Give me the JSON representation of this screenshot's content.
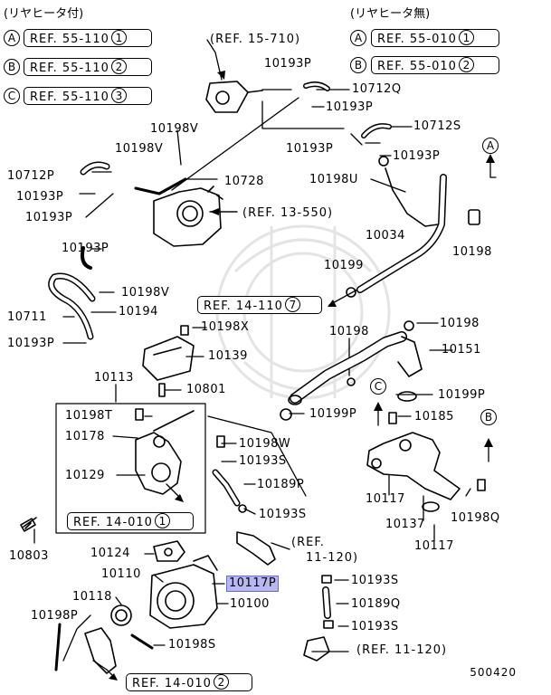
{
  "header_left": "(リヤヒータ付)",
  "header_right": "(リヤヒータ無)",
  "legend_left": [
    {
      "letter": "A",
      "ref": "REF. 55-110",
      "num": "1"
    },
    {
      "letter": "B",
      "ref": "REF. 55-110",
      "num": "2"
    },
    {
      "letter": "C",
      "ref": "REF. 55-110",
      "num": "3"
    }
  ],
  "legend_right": [
    {
      "letter": "A",
      "ref": "REF. 55-010",
      "num": "1"
    },
    {
      "letter": "B",
      "ref": "REF. 55-010",
      "num": "2"
    }
  ],
  "refs": {
    "r15710": "(REF. 15-710)",
    "r13550": "(REF. 13-550)",
    "r14110": "REF. 14-110",
    "r14110_num": "7",
    "r14010a": "REF. 14-010",
    "r14010a_num": "1",
    "r14010b": "REF. 14-010",
    "r14010b_num": "2",
    "r11120a_l1": "(REF.",
    "r11120a_l2": "11-120)",
    "r11120b": "(REF. 11-120)"
  },
  "markers": {
    "a": "A",
    "b": "B",
    "c": "C"
  },
  "parts": {
    "p10193P_top": "10193P",
    "p10712Q": "10712Q",
    "p10193P_t2": "10193P",
    "p10198V_a": "10198V",
    "p10712S": "10712S",
    "p10198V_b": "10198V",
    "p10193P_t3": "10193P",
    "p10712P": "10712P",
    "p10728": "10728",
    "p10198U": "10198U",
    "p10193P_l1": "10193P",
    "p10193P_l2": "10193P",
    "p10034": "10034",
    "p10193P_l3": "10193P",
    "p10198": "10198",
    "p10199": "10199",
    "p10198V_c": "10198V",
    "p10711": "10711",
    "p10194": "10194",
    "p10198X": "10198X",
    "p10198_mid": "10198",
    "p10198_r": "10198",
    "p10193P_l4": "10193P",
    "p10139": "10139",
    "p10151": "10151",
    "p10113": "10113",
    "p10801": "10801",
    "p10199P_a": "10199P",
    "p10198T": "10198T",
    "p10199P_b": "10199P",
    "p10185": "10185",
    "p10178": "10178",
    "p10198W": "10198W",
    "p10193S_a": "10193S",
    "p10129": "10129",
    "p10189P": "10189P",
    "p10117_a": "10117",
    "p10193S_b": "10193S",
    "p10137": "10137",
    "p10198Q": "10198Q",
    "p10803": "10803",
    "p10117_b": "10117",
    "p10124": "10124",
    "p10110": "10110",
    "p10117P": "10117P",
    "p10193S_c": "10193S",
    "p10118": "10118",
    "p10100": "10100",
    "p10189Q": "10189Q",
    "p10198P": "10198P",
    "p10193S_d": "10193S",
    "p10198S": "10198S"
  },
  "sheet_number": "500420",
  "colors": {
    "highlight": "#b8b8f0",
    "ink": "#000000",
    "watermark": "#e2e2e2"
  }
}
